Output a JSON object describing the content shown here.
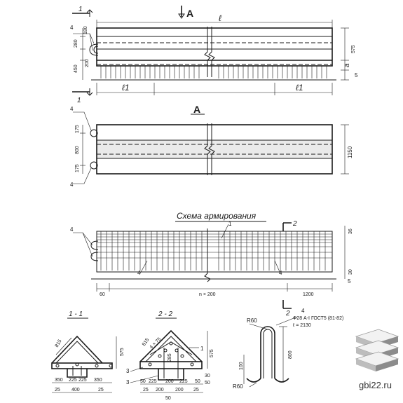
{
  "view_a_marker": "A",
  "length_label": "ℓ",
  "end_length_label": "ℓ1",
  "section_1": "1",
  "section_2": "2",
  "item_4": "4",
  "item_1": "1",
  "item_3": "3",
  "item_5": "5",
  "dims_elevation": {
    "d180": "180",
    "d280": "280",
    "d200": "200",
    "d450": "450",
    "d575": "575",
    "a": "a",
    "five": "5"
  },
  "dims_plan": {
    "d175": "175",
    "d800": "800",
    "d175b": "175",
    "d1150": "1150"
  },
  "scheme_title": "Схема армирования",
  "scheme_dims": {
    "d60": "60",
    "span": "n × 200",
    "d1200": "1200",
    "d36": "36",
    "d30": "30",
    "five": "5"
  },
  "sec11": {
    "title": "1 - 1",
    "d815": "815",
    "d575": "575",
    "d350a": "350",
    "d225a": "225",
    "d225b": "225",
    "d350b": "350",
    "d25a": "25",
    "d400": "400",
    "d25b": "25"
  },
  "sec22": {
    "title": "2 - 2",
    "d815": "815",
    "d4x75": "4 × 75",
    "d575": "575",
    "d3a": "3",
    "d3b": "3",
    "bottom1": [
      "50",
      "225",
      "200",
      "225",
      "50"
    ],
    "bottom2": [
      "25",
      "200",
      "200",
      "25"
    ],
    "d50": "50",
    "d30": "30",
    "d285": "285",
    "d50b": "50"
  },
  "detail": {
    "r60a": "R60",
    "r60b": "R60",
    "label4": "4",
    "spec1": "Ф28 А-I ГОСТ5 (81-82)",
    "spec2": "ℓ = 2130",
    "d800": "800",
    "d100": "100"
  },
  "watermark": "gbi22.ru"
}
